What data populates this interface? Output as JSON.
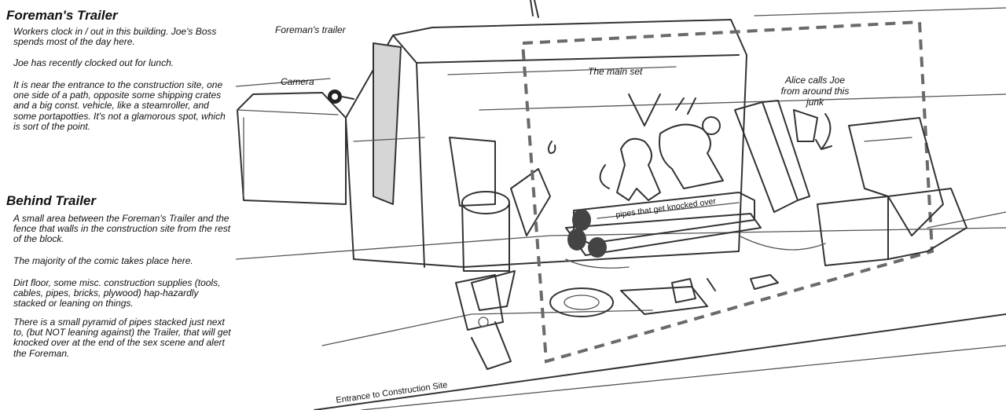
{
  "sections": [
    {
      "title": "Foreman's Trailer",
      "paragraphs": [
        "Workers clock in / out in this building. Joe's Boss spends most of the day here.",
        "Joe has recently clocked out for lunch.",
        "It is near the entrance to the construction site, one one side of a path, opposite some shipping crates and a big const. vehicle, like a steamroller, and some portapotties. It's not a glamorous spot, which is sort of the point."
      ]
    },
    {
      "title": "Behind Trailer",
      "paragraphs": [
        "A small area between the Foreman's Trailer and the fence that walls in the construction site from the rest of the block.",
        "The majority of the comic takes place here.",
        "Dirt floor, some misc. construction supplies (tools, cables, pipes, bricks, plywood) hap-hazardly stacked or leaning on things.",
        "There is a small pyramid of pipes stacked just next to, (but NOT leaning against) the Trailer, that will get knocked over at the end of the sex scene and alert the Foreman."
      ]
    }
  ],
  "sketch_labels": {
    "foremans_trailer": "Foreman's trailer",
    "camera": "Camera",
    "main_set": "The main set",
    "alice_line1": "Alice calls Joe",
    "alice_line2": "from around this",
    "alice_line3": "junk",
    "pipes": "pipes that get knocked over",
    "entrance": "Entrance to Construction Site"
  },
  "colors": {
    "ink": "#333333",
    "dashed_frame": "#6a6a6a",
    "paper": "#ffffff"
  }
}
